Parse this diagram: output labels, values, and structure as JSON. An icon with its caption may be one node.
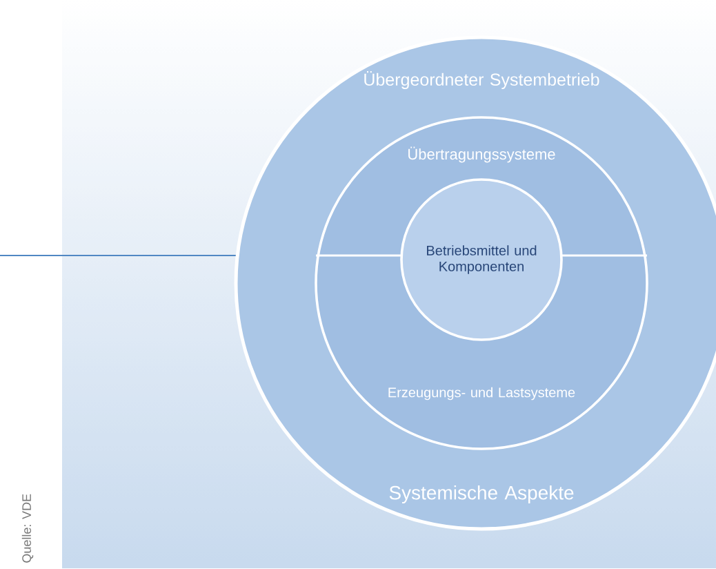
{
  "diagram": {
    "nodes": [
      {
        "text": [
          "Übergeordneter Systembetrieb",
          "Systemische Aspekte"
        ]
      },
      {
        "text": [
          "Übertragungssysteme",
          "Erzeugungs- und Lastsysteme"
        ],
        "in": 0
      },
      {
        "text": [
          "Betriebsmittel und Komponenten"
        ],
        "in": 1
      }
    ],
    "labels": [
      "Quelle: VDE"
    ]
  }
}
